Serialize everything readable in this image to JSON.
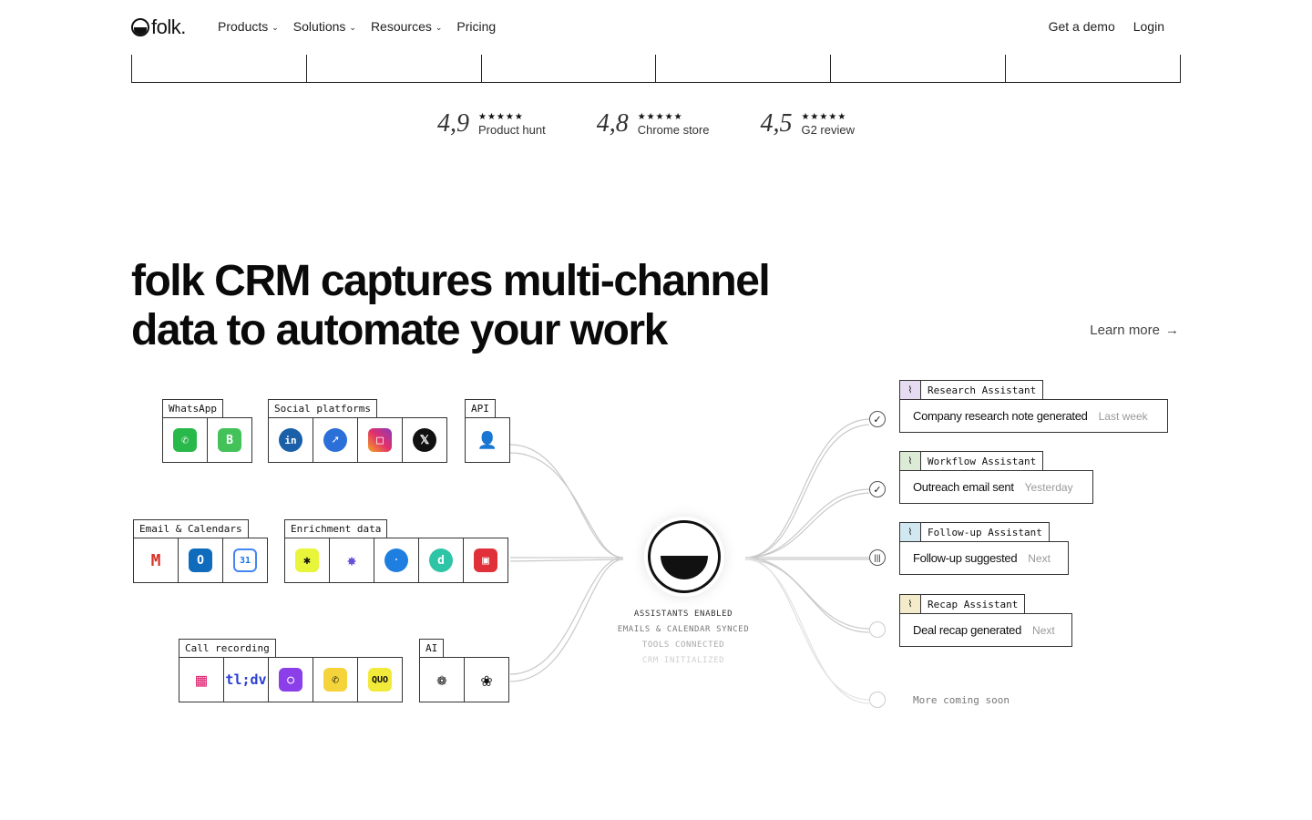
{
  "nav": {
    "logo": "folk.",
    "items": [
      "Products",
      "Solutions",
      "Resources",
      "Pricing"
    ],
    "demo": "Get a demo",
    "login": "Login"
  },
  "ratings": [
    {
      "score": "4,9",
      "stars": "★★★★★",
      "label": "Product hunt"
    },
    {
      "score": "4,8",
      "stars": "★★★★★",
      "label": "Chrome store"
    },
    {
      "score": "4,5",
      "stars": "★★★★★",
      "label": "G2 review"
    }
  ],
  "headline": "folk CRM captures multi-channel data to automate your work",
  "learn_more": "Learn more",
  "groups": {
    "whatsapp": "WhatsApp",
    "social": "Social platforms",
    "api": "API",
    "email": "Email & Calendars",
    "enrichment": "Enrichment data",
    "call": "Call recording",
    "ai": "AI"
  },
  "icons": {
    "tldv": "tl;dv",
    "quo": "QUO",
    "calendar_day": "31"
  },
  "status": [
    "ASSISTANTS ENABLED",
    "EMAILS & CALENDAR SYNCED",
    "TOOLS CONNECTED",
    "CRM INITIALIZED"
  ],
  "assistants": [
    {
      "name": "Research Assistant",
      "title": "Company research note generated",
      "time": "Last week",
      "color": "#e6dcf2"
    },
    {
      "name": "Workflow Assistant",
      "title": "Outreach email sent",
      "time": "Yesterday",
      "color": "#dcebd6"
    },
    {
      "name": "Follow-up Assistant",
      "title": "Follow-up suggested",
      "time": "Next",
      "color": "#d2e8f0"
    },
    {
      "name": "Recap Assistant",
      "title": "Deal recap generated",
      "time": "Next",
      "color": "#f3ebc9"
    }
  ],
  "more": "More coming soon"
}
